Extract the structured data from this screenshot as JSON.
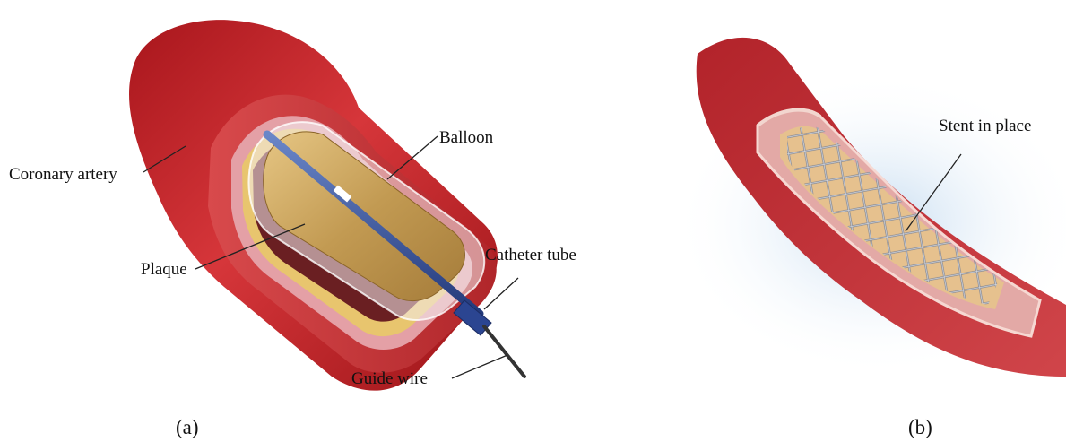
{
  "panel_a": {
    "caption": "(a)",
    "labels": {
      "coronary_artery": "Coronary artery",
      "balloon": "Balloon",
      "plaque": "Plaque",
      "catheter_tube": "Catheter tube",
      "guide_wire": "Guide wire"
    }
  },
  "panel_b": {
    "caption": "(b)",
    "labels": {
      "stent": "Stent in place"
    }
  },
  "colors": {
    "artery": "#c8262e",
    "artery_dark": "#8e1418",
    "artery_light": "#e0484c",
    "plaque": "#e7c277",
    "balloon": "#c9a25c",
    "catheter": "#3b5aa6",
    "stent": "#8a8f99"
  }
}
